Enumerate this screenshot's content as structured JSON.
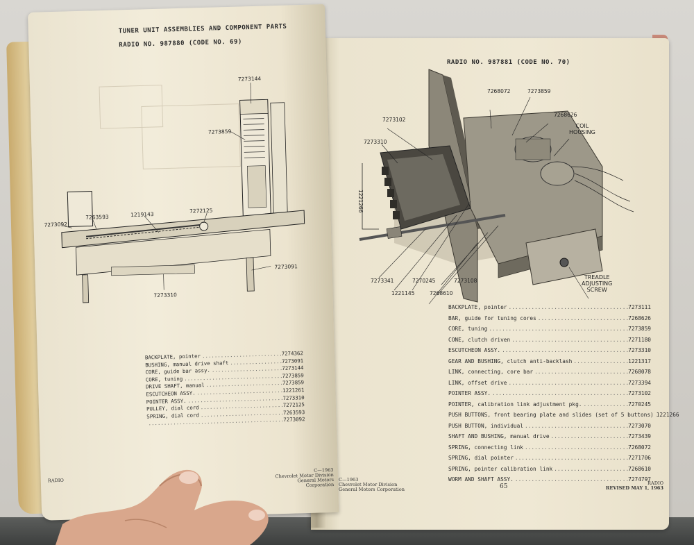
{
  "left_page": {
    "section_title": "TUNER UNIT ASSEMBLIES AND COMPONENT PARTS",
    "radio_no": "RADIO NO. 987880 (CODE NO. 69)",
    "callouts": {
      "c1": "7273144",
      "c2": "7273859",
      "c3": "7273092",
      "c4": "7263593",
      "c5": "1219143",
      "c6": "7272125",
      "c7": "7273091",
      "c8": "7273310"
    },
    "parts": [
      {
        "name": "BACKPLATE, pointer",
        "number": "7274362"
      },
      {
        "name": "BUSHING, manual drive shaft",
        "number": "7273091"
      },
      {
        "name": "CORE, guide bar assy.",
        "number": "7273144"
      },
      {
        "name": "CORE, tuning",
        "number": "7273859"
      },
      {
        "name": "DRIVE SHAFT, manual",
        "number": "7273859"
      },
      {
        "name": "ESCUTCHEON ASSY.",
        "number": "1221261"
      },
      {
        "name": "POINTER ASSY.",
        "number": "7273310"
      },
      {
        "name": "PULLEY, dial cord",
        "number": "7272125"
      },
      {
        "name": "SPRING, dial cord",
        "number": "7263593"
      },
      {
        "name": "",
        "number": "7273092"
      }
    ],
    "footer_left": "RADIO",
    "footer_right_line1": "C—1963",
    "footer_right_line2": "Chevrolet Motor Division",
    "footer_right_line3": "General Motors Corporation"
  },
  "right_page": {
    "radio_no": "RADIO NO. 987881 (CODE NO. 70)",
    "callouts": {
      "c1": "7268072",
      "c2": "7273859",
      "c3": "7273102",
      "c4": "7268626",
      "c5": "COIL",
      "c5b": "HOUSING",
      "c6": "7273310",
      "c7": "1221266",
      "c8": "7273341",
      "c9": "7270245",
      "c10": "7273108",
      "c11": "1221145",
      "c12": "7268610",
      "c13": "TREADLE",
      "c13b": "ADJUSTING",
      "c13c": "SCREW"
    },
    "parts": [
      {
        "name": "BACKPLATE, pointer",
        "number": "7273111"
      },
      {
        "name": "BAR, guide for tuning cores",
        "number": "7268626"
      },
      {
        "name": "CORE, tuning",
        "number": "7273859"
      },
      {
        "name": "CONE, clutch driven",
        "number": "7271180"
      },
      {
        "name": "ESCUTCHEON ASSY.",
        "number": "7273310"
      },
      {
        "name": "GEAR AND BUSHING, clutch anti-backlash",
        "number": "1221317"
      },
      {
        "name": "LINK, connecting, core bar",
        "number": "7268078"
      },
      {
        "name": "LINK, offset drive",
        "number": "7273394"
      },
      {
        "name": "POINTER ASSY.",
        "number": "7273102"
      },
      {
        "name": "POINTER, calibration link adjustment pkg.",
        "number": "7270245"
      },
      {
        "name": "PUSH BUTTONS, front bearing plate and slides (set of 5 buttons)",
        "number": "1221266"
      },
      {
        "name": "PUSH BUTTON, individual",
        "number": "7273070"
      },
      {
        "name": "SHAFT AND BUSHING, manual drive",
        "number": "7273439"
      },
      {
        "name": "SPRING, connecting link",
        "number": "7268072"
      },
      {
        "name": "SPRING, dial pointer",
        "number": "7271706"
      },
      {
        "name": "SPRING, pointer calibration link",
        "number": "7268610"
      },
      {
        "name": "WORM AND SHAFT ASSY.",
        "number": "7274797"
      }
    ],
    "footer_left_line1": "C—1963",
    "footer_left_line2": "Chevrolet Motor Division",
    "footer_left_line3": "General Motors Corporation",
    "page_number": "65",
    "footer_right_line1": "RADIO",
    "footer_right_line2": "REVISED MAY 1, 1963"
  }
}
